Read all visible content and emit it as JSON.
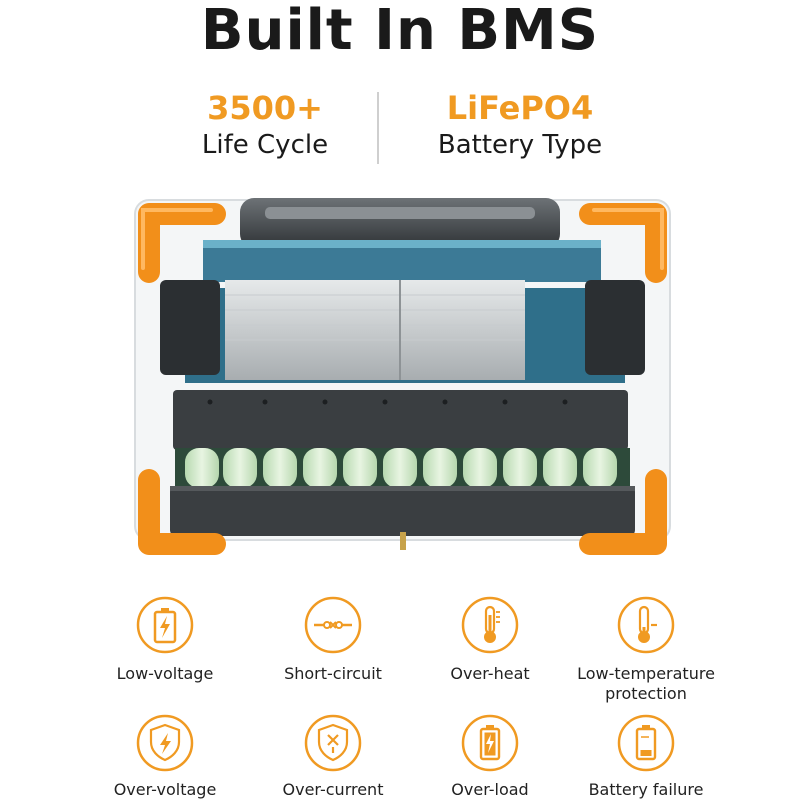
{
  "title": "Built In BMS",
  "stats": [
    {
      "value": "3500+",
      "label": "Life Cycle"
    },
    {
      "value": "LiFePO4",
      "label": "Battery Type"
    }
  ],
  "colors": {
    "accent": "#f09a22",
    "text": "#1a1a1a"
  },
  "features": [
    {
      "label": "Low-voltage",
      "icon": "battery-lightning-icon"
    },
    {
      "label": "Short-circuit",
      "icon": "short-circuit-icon"
    },
    {
      "label": "Over-heat",
      "icon": "thermometer-hot-icon"
    },
    {
      "label": "Low-temperature protection",
      "icon": "thermometer-low-icon"
    },
    {
      "label": "Over-voltage",
      "icon": "shield-lightning-icon"
    },
    {
      "label": "Over-current",
      "icon": "shield-current-icon"
    },
    {
      "label": "Over-load",
      "icon": "battery-full-icon"
    },
    {
      "label": "Battery failure",
      "icon": "battery-low-icon"
    }
  ]
}
